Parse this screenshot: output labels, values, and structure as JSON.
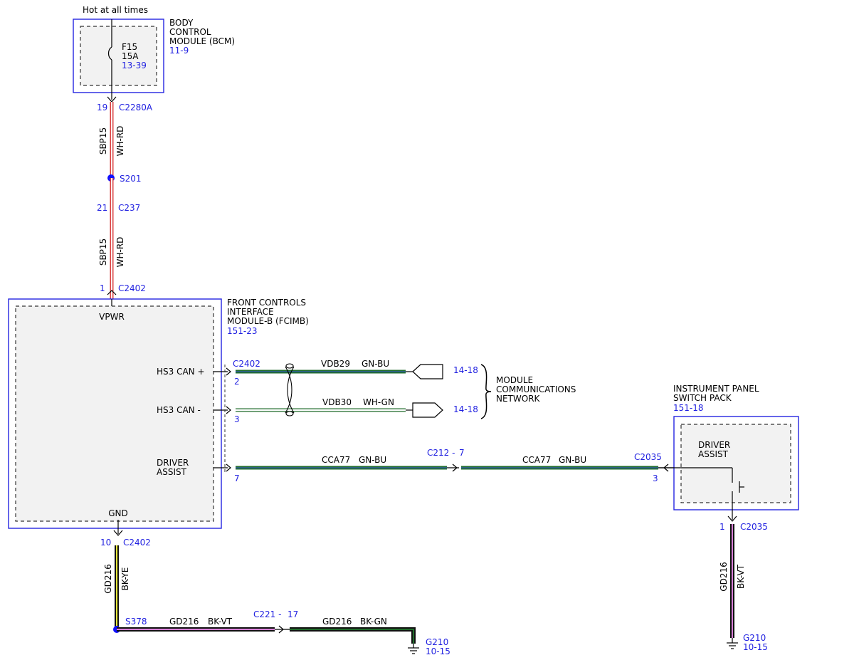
{
  "colors": {
    "reference_blue": "#1f1fe0",
    "module_border": "#2525e0",
    "green": "#1f6b2a",
    "white": "#ffffff",
    "red": "#d94040",
    "black": "#111111",
    "yellow": "#e8e83a",
    "violet": "#d77fd7"
  },
  "supply": {
    "label": "Hot at all times"
  },
  "bcm": {
    "title_lines": [
      "BODY",
      "CONTROL",
      "MODULE (BCM)"
    ],
    "ref": "11-9",
    "fuse_name": "F15",
    "fuse_rating": "15A",
    "fuse_ref": "13-39",
    "fuse_icon": "fuse-icon"
  },
  "wire_upper": {
    "conn_pin": "19",
    "conn_name": "C2280A",
    "circuit": "SBP15",
    "color": "WH-RD",
    "splice": "S201"
  },
  "wire_lower": {
    "conn_pin": "21",
    "conn_name": "C237",
    "circuit": "SBP15",
    "color": "WH-RD",
    "module_pin": "1",
    "module_conn": "C2402"
  },
  "fcimb": {
    "title_lines": [
      "FRONT CONTROLS",
      "INTERFACE",
      "MODULE-B (FCIMB)"
    ],
    "ref": "151-23",
    "vpwr": "VPWR",
    "gnd": "GND",
    "hs3_can_plus": "HS3 CAN +",
    "hs3_can_minus": "HS3 CAN -",
    "driver_assist_lines": [
      "DRIVER",
      "ASSIST"
    ],
    "conn": "C2402",
    "pin_can_plus": "2",
    "pin_can_minus": "3",
    "pin_driver_assist": "7"
  },
  "can_bus": {
    "plus_circuit": "VDB29",
    "plus_color": "GN-BU",
    "plus_ref": "14-18",
    "minus_circuit": "VDB30",
    "minus_color": "WH-GN",
    "minus_ref": "14-18",
    "network_lines": [
      "MODULE",
      "COMMUNICATIONS",
      "NETWORK"
    ]
  },
  "driver_assist_wire": {
    "left_circuit": "CCA77",
    "left_color": "GN-BU",
    "inline_conn": "C212 -",
    "inline_pin": "7",
    "right_circuit": "CCA77",
    "right_color": "GN-BU",
    "end_conn": "C2035",
    "end_pin": "3"
  },
  "ipsp": {
    "title_lines": [
      "INSTRUMENT PANEL",
      "SWITCH PACK"
    ],
    "ref": "151-18",
    "driver_assist_lines": [
      "DRIVER",
      "ASSIST"
    ],
    "switch_icon": "momentary-switch-icon"
  },
  "fcimb_ground": {
    "pin": "10",
    "conn": "C2402",
    "circuit": "GD216",
    "color": "BK-YE",
    "splice": "S378",
    "seg1_circuit": "GD216",
    "seg1_color": "BK-VT",
    "inline_conn": "C221 -",
    "inline_pin": "17",
    "seg2_circuit": "GD216",
    "seg2_color": "BK-GN",
    "ground_name": "G210",
    "ground_ref": "10-15",
    "ground_icon": "ground-icon"
  },
  "ipsp_ground": {
    "pin": "1",
    "conn": "C2035",
    "circuit": "GD216",
    "color": "BK-VT",
    "ground_name": "G210",
    "ground_ref": "10-15",
    "ground_icon": "ground-icon"
  }
}
